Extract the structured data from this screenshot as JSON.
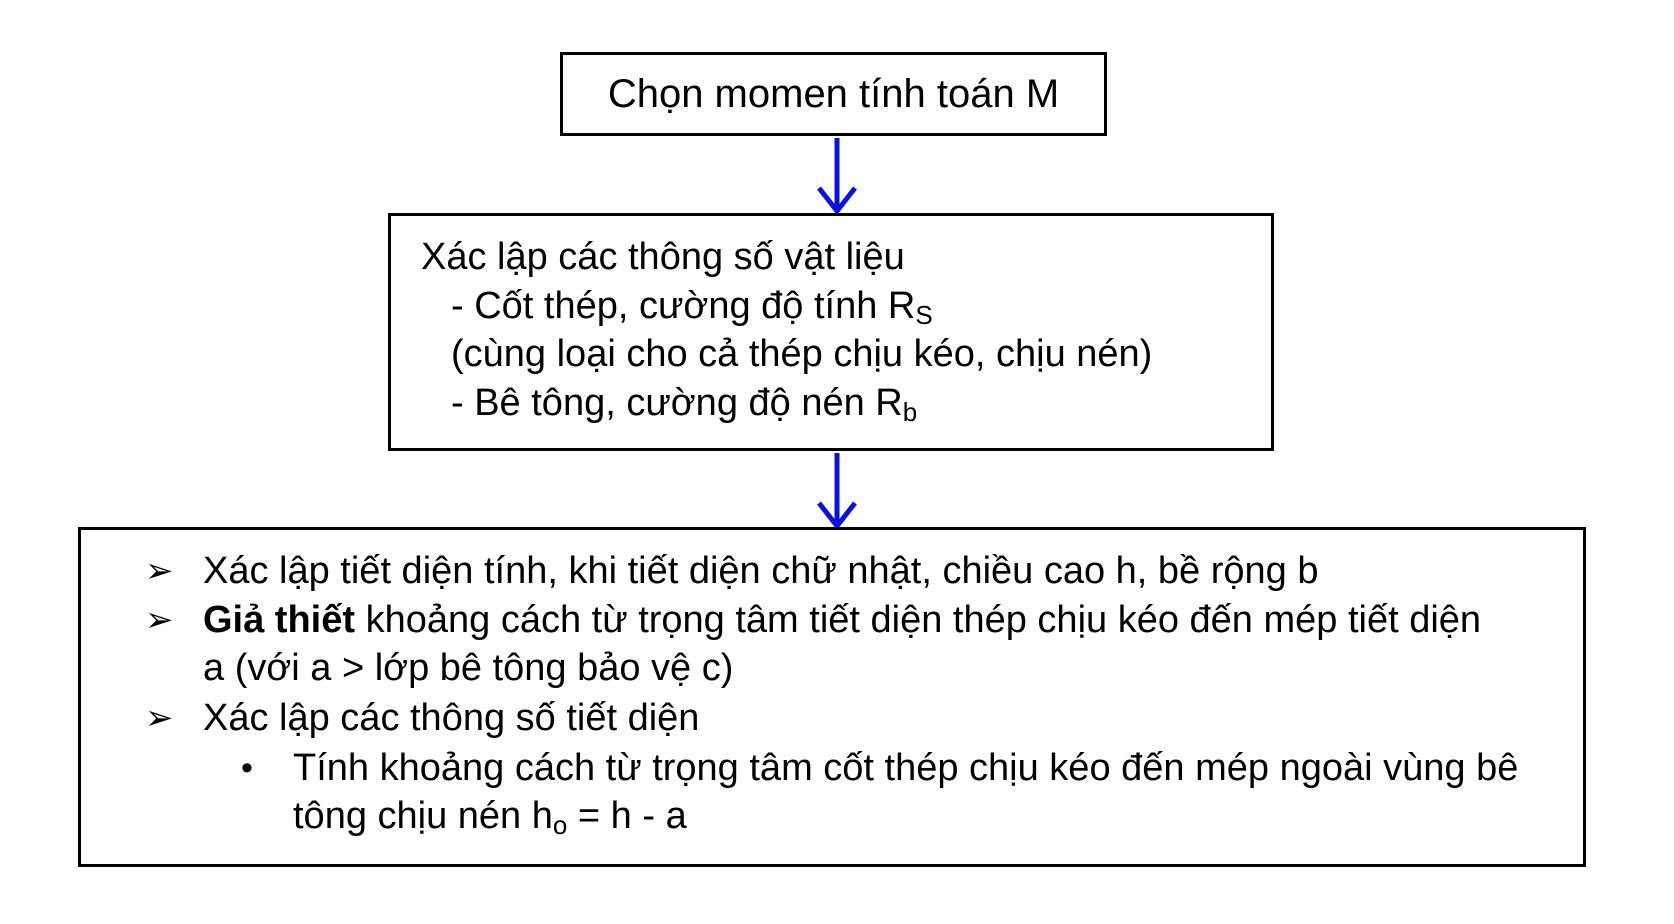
{
  "colors": {
    "arrow": "#0a14d8",
    "border": "#000000",
    "text": "#000000"
  },
  "box1": {
    "text": "Chọn momen tính toán M"
  },
  "box2": {
    "line1": "Xác lập các thông số vật liệu",
    "line2_text": "- Cốt thép, cường độ tính R",
    "line2_sub": "S",
    "line3": "(cùng loại cho cả thép chịu kéo, chịu nén)",
    "line4_text": "- Bê tông, cường độ nén R",
    "line4_sub": "b"
  },
  "box3": {
    "arrow_bullet": "➢",
    "dot_bullet": "•",
    "item1": "Xác lập tiết diện tính, khi tiết diện chữ nhật, chiều cao h, bề rộng b",
    "item2_bold": "Giả thiết",
    "item2_rest": " khoảng cách từ trọng tâm tiết diện thép chịu kéo đến mép tiết diện a (với a > lớp bê tông bảo vệ c)",
    "item3": "Xác lập các thông số tiết diện",
    "sub1_text": "Tính khoảng cách từ trọng tâm cốt thép chịu kéo đến mép ngoài vùng bê tông chịu nén h",
    "sub1_sub": "o",
    "sub1_end": " = h - a"
  }
}
